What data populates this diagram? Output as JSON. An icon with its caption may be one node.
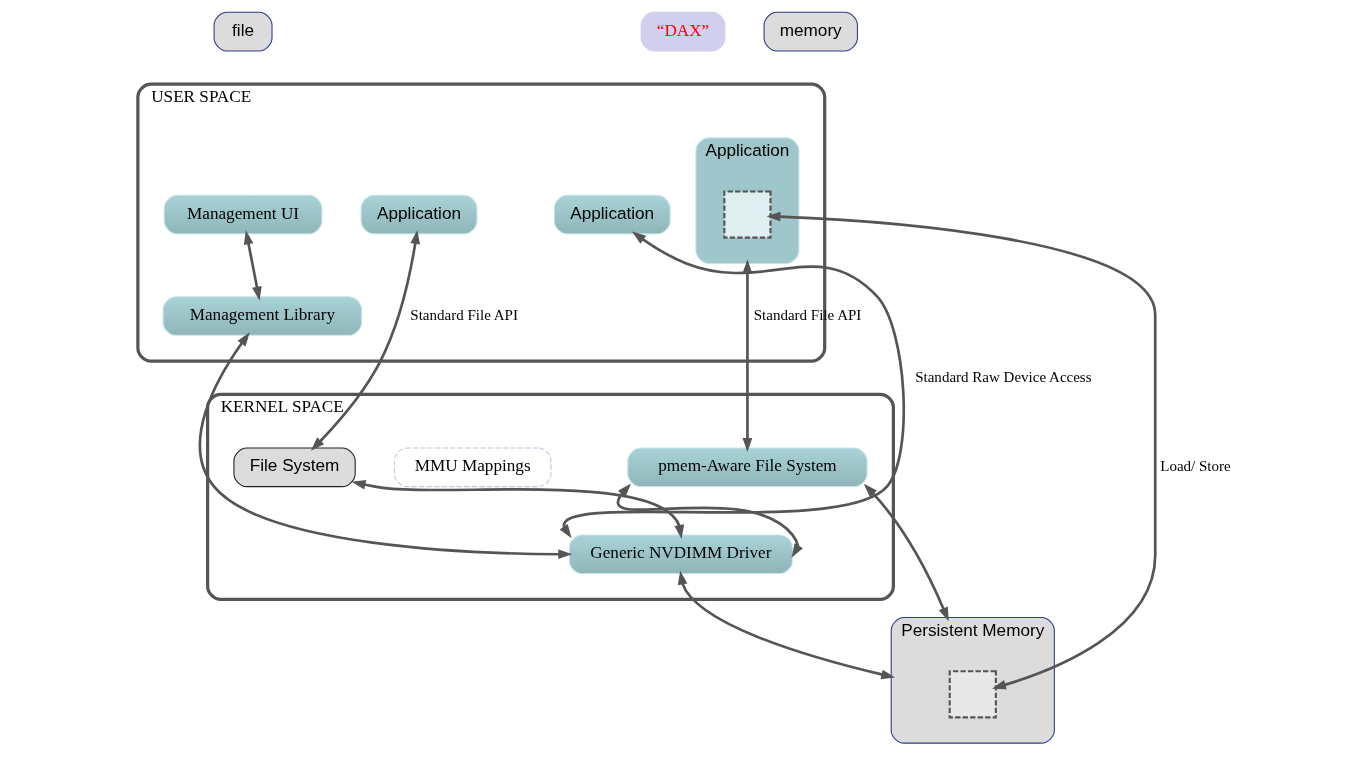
{
  "diagram": {
    "nodes": [
      {
        "text": [
          "file"
        ]
      },
      {
        "text": [
          "memory"
        ]
      },
      {
        "text": [
          "USER SPACE"
        ]
      },
      {
        "text": [
          "“DAX”"
        ]
      },
      {
        "text": [
          "Management UI"
        ],
        "in": 2
      },
      {
        "text": [
          "Application"
        ],
        "in": 2
      },
      {
        "text": [
          "Application"
        ],
        "in": 2
      },
      {
        "text": [
          "Application"
        ],
        "in": 2
      },
      {
        "text": [],
        "shape": "box",
        "in": 7
      },
      {
        "text": [
          "Management Library"
        ],
        "in": 2
      },
      {
        "text": [
          "KERNEL SPACE"
        ]
      },
      {
        "text": [
          "File System"
        ],
        "in": 10
      },
      {
        "text": [
          "pmem-Aware File System"
        ],
        "in": 10
      },
      {
        "text": [
          "MMU Mappings"
        ],
        "in": 10
      },
      {
        "text": [
          "Generic NVDIMM Driver"
        ],
        "in": 10
      },
      {
        "text": [
          "Persistent Memory"
        ]
      },
      {
        "text": [],
        "shape": "box",
        "in": 15
      }
    ],
    "edges": [
      {
        "from": 4,
        "to": 9,
        "arrow": "both"
      },
      {
        "from": 9,
        "to": 14,
        "arrow": "both"
      },
      {
        "from": 5,
        "to": 14,
        "arrow": "both",
        "label": "Standard Raw Device Access"
      },
      {
        "from": 6,
        "to": 11,
        "arrow": "both",
        "label": "Standard File API"
      },
      {
        "from": 11,
        "to": 14,
        "arrow": "both"
      },
      {
        "from": 7,
        "to": 12,
        "arrow": "both",
        "label": "Standard File API"
      },
      {
        "from": 14,
        "to": 12,
        "arrow": "both"
      },
      {
        "from": 14,
        "to": 15,
        "arrow": "both"
      },
      {
        "from": 12,
        "to": 15,
        "arrow": "both"
      },
      {
        "from": 8,
        "to": 16,
        "arrow": "both",
        "label": "Load/ Store"
      }
    ]
  }
}
